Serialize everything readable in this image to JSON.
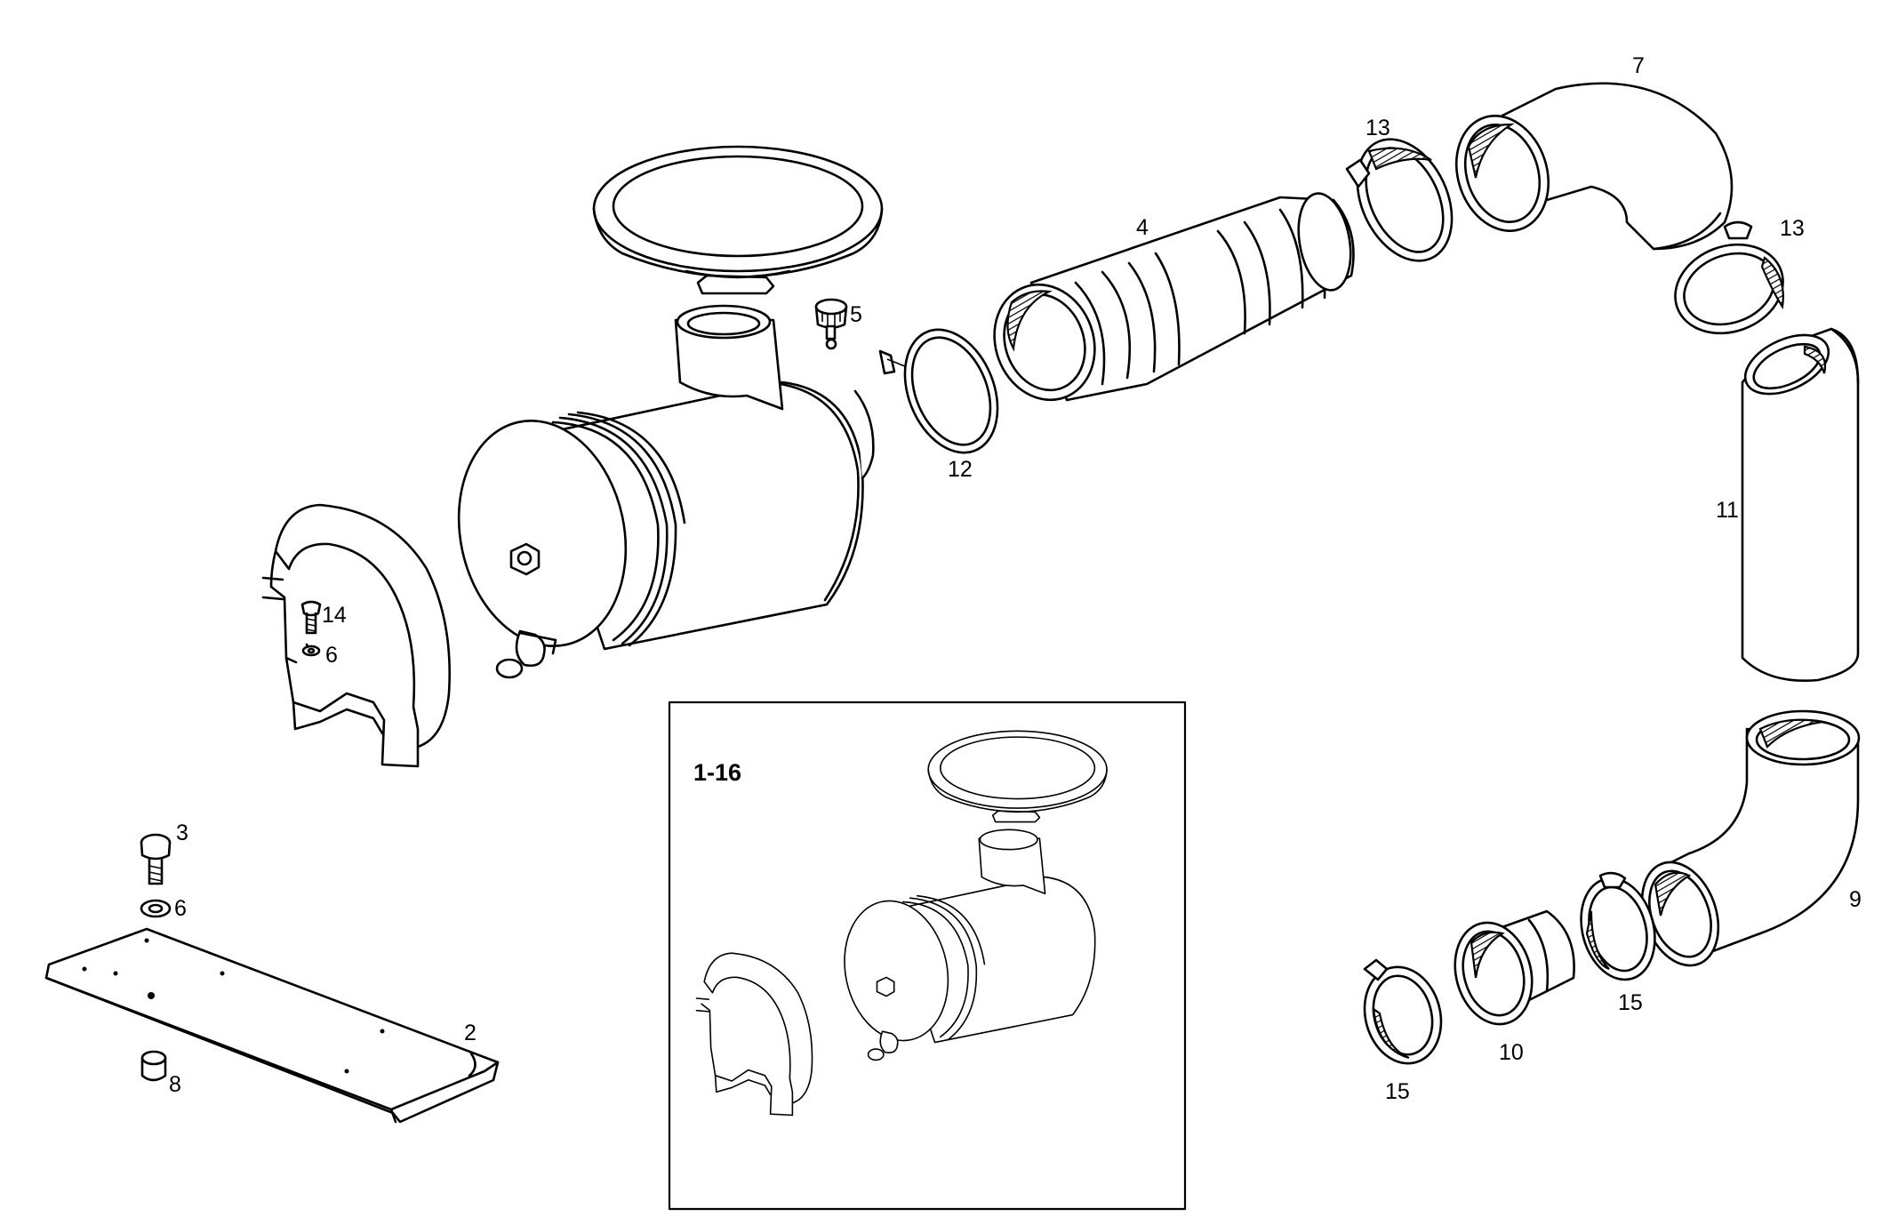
{
  "callouts": {
    "c1": "7",
    "c2": "13",
    "c3": "13",
    "c4": "4",
    "c5": "5",
    "c6": "12",
    "c7": "11",
    "c8": "14",
    "c9": "6",
    "c10": "3",
    "c11": "6",
    "c12": "2",
    "c13": "8",
    "c14": "9",
    "c15": "15",
    "c16": "10",
    "c17": "15"
  },
  "inset": {
    "label": "1-16"
  }
}
